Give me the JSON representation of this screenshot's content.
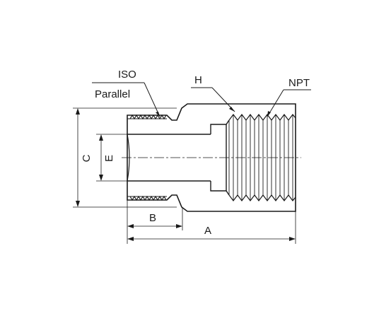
{
  "labels": {
    "iso": "ISO",
    "parallel": "Parallel",
    "h": "H",
    "npt": "NPT",
    "a": "A",
    "b": "B",
    "c": "C",
    "e": "E"
  },
  "colors": {
    "line": "#1a1a1a",
    "background": "#ffffff"
  }
}
